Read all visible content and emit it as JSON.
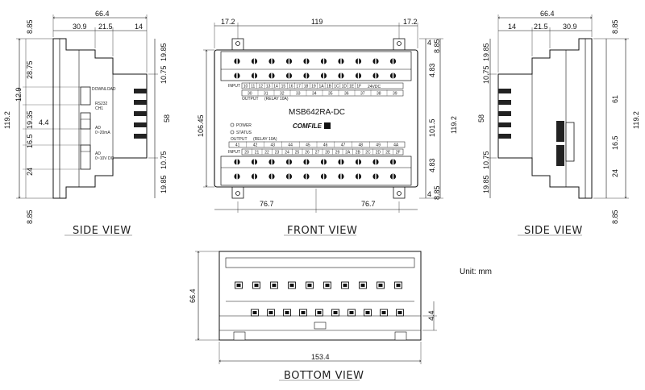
{
  "views": {
    "side_left_caption": "SIDE VIEW",
    "front_caption": "FRONT VIEW",
    "side_right_caption": "SIDE VIEW",
    "bottom_caption": "BOTTOM VIEW"
  },
  "unit_label": "Unit: mm",
  "model": "MSB642RA-DC",
  "brand": "COMFILE",
  "left_side": {
    "top_width": "66.4",
    "seg_a": "30.9",
    "seg_b": "21.5",
    "seg_c": "14",
    "left_dims": [
      "8.85",
      "28.75",
      "12.9",
      "19.35",
      "4.4",
      "16.5",
      "24",
      "8.85"
    ],
    "total_height": "119.2",
    "right_dims": [
      "19.85",
      "10.75",
      "58",
      "10.75",
      "19.85"
    ],
    "labels": [
      "DOWNLOAD",
      "RS232",
      "CH1",
      "AD",
      "0~20mA",
      "AD",
      "0~10V DC"
    ]
  },
  "front": {
    "top_dims": [
      "17.2",
      "119",
      "17.2"
    ],
    "left_height": "106.45",
    "right_dims": [
      "4",
      "8.85",
      "4.83",
      "101.5",
      "119.2",
      "4.83",
      "4",
      "8.85"
    ],
    "bottom_dims": [
      "76.7",
      "76.7"
    ],
    "input_top": [
      "10",
      "11",
      "12",
      "13",
      "14",
      "15",
      "16",
      "17",
      "18",
      "19",
      "1A",
      "1B",
      "1C",
      "1D",
      "1E",
      "1F"
    ],
    "output_top": [
      "30",
      "31",
      "32",
      "33",
      "34",
      "35",
      "36",
      "37",
      "38",
      "39"
    ],
    "output_bottom": [
      "41",
      "42",
      "43",
      "44",
      "45",
      "46",
      "47",
      "48",
      "49",
      "4A"
    ],
    "input_bottom": [
      "20",
      "21",
      "22",
      "23",
      "24",
      "25",
      "26",
      "27",
      "28",
      "29",
      "2A",
      "2B",
      "2C",
      "2D",
      "2E",
      "2F"
    ],
    "labels": {
      "input": "INPUT",
      "output": "OUTPUT",
      "relay": "(RELAY 10A)",
      "v24": "24VDC",
      "power": "POWER",
      "status": "STATUS"
    }
  },
  "right_side": {
    "top_width": "66.4",
    "seg_a": "14",
    "seg_b": "21.5",
    "seg_c": "30.9",
    "left_dims": [
      "19.85",
      "10.75",
      "58",
      "10.75",
      "19.85"
    ],
    "right_dims": [
      "8.85",
      "61",
      "119.2",
      "16.5",
      "24",
      "8.85"
    ]
  },
  "bottom": {
    "height": "66.4",
    "width": "153.4",
    "small_dim": "4.4"
  }
}
